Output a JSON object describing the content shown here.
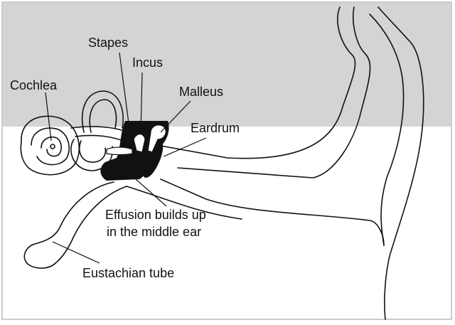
{
  "colors": {
    "band": "#d4d4d4",
    "effusion": "#111111",
    "line": "#111111",
    "background": "#ffffff"
  },
  "labels": {
    "stapes": "Stapes",
    "incus": "Incus",
    "cochlea": "Cochlea",
    "malleus": "Malleus",
    "eardrum": "Eardrum",
    "effusion_line1": "Effusion builds up",
    "effusion_line2": "in the middle ear",
    "eustachian": "Eustachian tube"
  }
}
